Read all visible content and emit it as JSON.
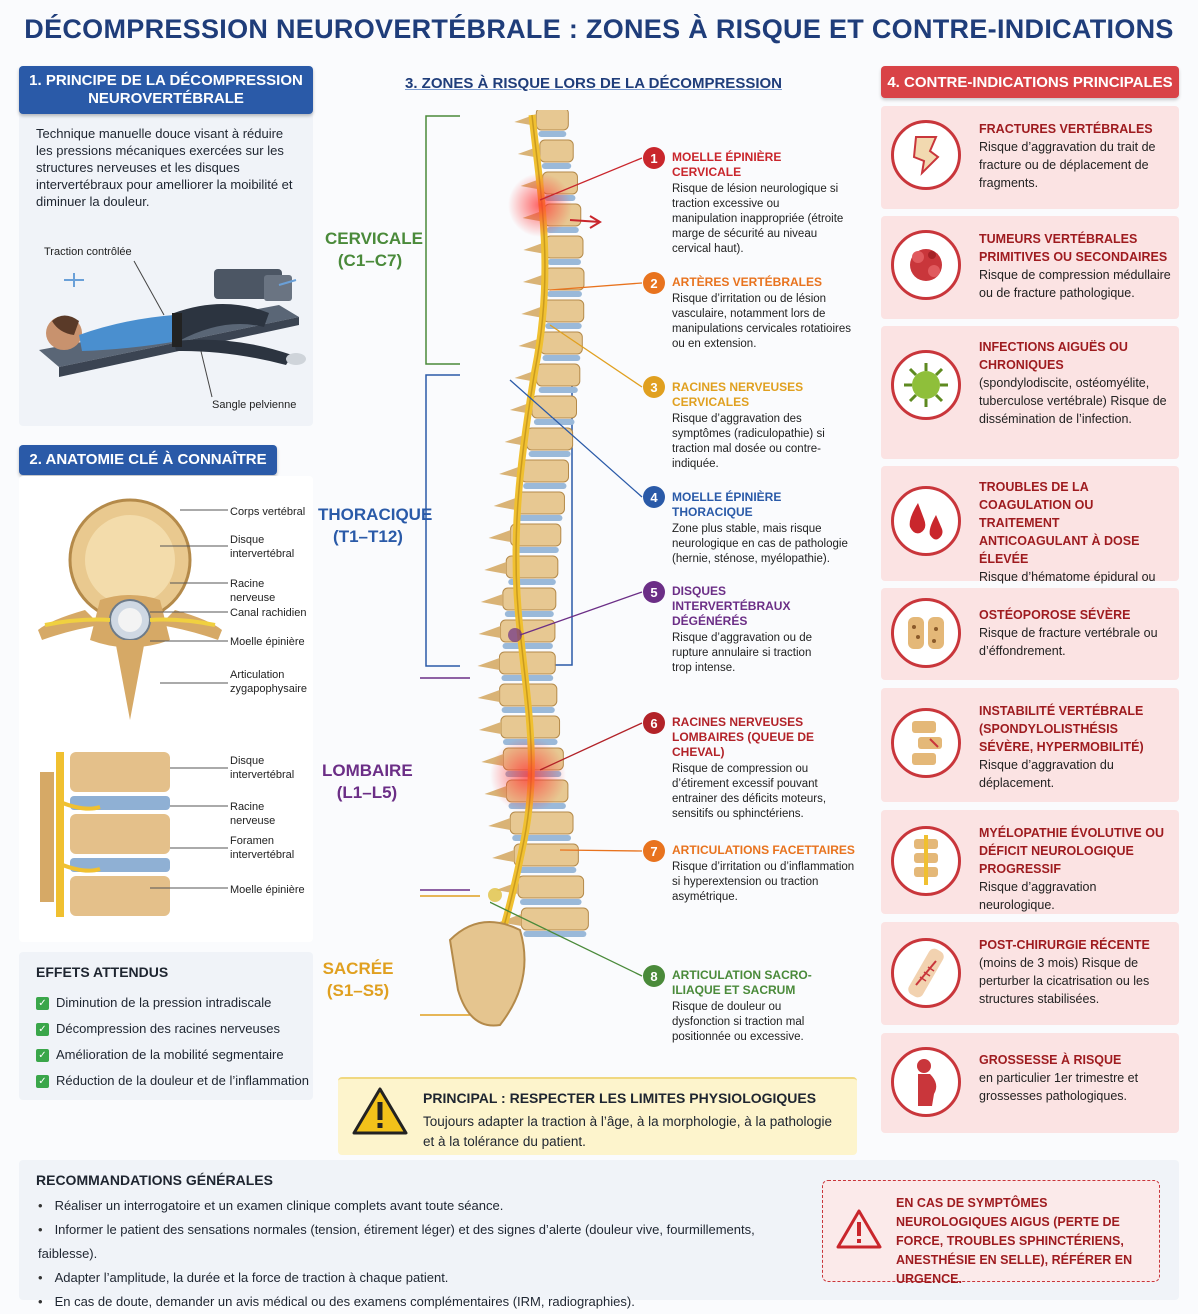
{
  "title": "DÉCOMPRESSION NEUROVERTÉBRALE : ZONES À RISQUE ET CONTRE-INDICATIONS",
  "section1": {
    "header": "1. PRINCIPE DE LA DÉCOMPRESSION NEUROVERTÉBRALE",
    "text": "Technique manuelle douce visant à réduire les pressions mécaniques exercées sur les structures nerveuses et les disques intervertébraux pour amelliorer la moibilité et diminuer la douleur.",
    "label_traction": "Traction contrôlée",
    "label_sangle": "Sangle pelvienne"
  },
  "section2": {
    "header": "2. ANATOMIE CLÉ À CONNAÎTRE",
    "top_labels": [
      "Corps vertébral",
      "Disque intervertébral",
      "Racine nerveuse",
      "Canal rachidien",
      "Moelle épinière",
      "Articulation zygapophysaire"
    ],
    "bottom_labels": [
      "Disque intervertébral",
      "Racine nerveuse",
      "Foramen intervertébral",
      "Moelle épinière"
    ]
  },
  "effects": {
    "title": "EFFETS ATTENDUS",
    "items": [
      "Diminution de la pression intradiscale",
      "Décompression des racines nerveuses",
      "Amélioration de la mobilité segmentaire",
      "Réduction de la douleur et de l’inflammation"
    ]
  },
  "section3": {
    "header": "3. ZONES À RISQUE LORS DE LA DÉCOMPRESSION",
    "regions": [
      {
        "name": "CERVICALE",
        "range": "(C1–C7)",
        "color": "#4a8a3a"
      },
      {
        "name": "THORACIQUE",
        "range": "(T1–T12)",
        "color": "#2a5aa8"
      },
      {
        "name": "LOMBAIRE",
        "range": "(L1–L5)",
        "color": "#6b2e86"
      },
      {
        "name": "SACRÉE",
        "range": "(S1–S5)",
        "color": "#e0a020"
      }
    ],
    "risks": [
      {
        "num": "1",
        "title": "MOELLE ÉPINIÈRE CERVICALE",
        "text": "Risque de lésion neurologique si traction excessive ou manipulation inappropriée (étroite marge de sécurité au niveau cervical haut).",
        "color": "#c9262c"
      },
      {
        "num": "2",
        "title": "ARTÈRES VERTÉBRALES",
        "text": "Risque d’irritation ou de lésion vasculaire, notamment lors de manipulations cervicales rotatioires ou en extension.",
        "color": "#e8731e"
      },
      {
        "num": "3",
        "title": "RACINES NERVEUSES CERVICALES",
        "text": "Risque d’aggravation des symptômes (radiculopathie) si traction mal dosée ou contre-indiquée.",
        "color": "#e0a020"
      },
      {
        "num": "4",
        "title": "MOELLE ÉPINIÈRE THORACIQUE",
        "text": "Zone plus stable, mais risque neurologique en cas de pathologie (hernie, sténose, myélopathie).",
        "color": "#2a5aa8"
      },
      {
        "num": "5",
        "title": "DISQUES INTERVERTÉBRAUX DÉGÉNÉRÉS",
        "text": "Risque d’aggravation ou de rupture annulaire si traction trop intense.",
        "color": "#6b2e86"
      },
      {
        "num": "6",
        "title": "RACINES NERVEUSES LOMBAIRES (QUEUE DE CHEVAL)",
        "text": "Risque de compression ou d’étirement excessif pouvant entrainer des déficits moteurs, sensitifs ou sphinctériens.",
        "color": "#b22228"
      },
      {
        "num": "7",
        "title": "ARTICULATIONS FACETTAIRES",
        "text": "Risque d’irritation ou d’inflammation si hyperextension ou traction asymétrique.",
        "color": "#e8731e"
      },
      {
        "num": "8",
        "title": "ARTICULATION SACRO-ILIAQUE ET SACRUM",
        "text": "Risque de douleur ou dysfonction si traction mal positionnée ou excessive.",
        "color": "#4a8a3a"
      }
    ],
    "warning_title": "PRINCIPAL : RESPECTER LES LIMITES PHYSIOLOGIQUES",
    "warning_text": "Toujours adapter la traction à l’âge, à la morphologie, à la pathologie et à la tolérance du patient."
  },
  "section4": {
    "header": "4. CONTRE-INDICATIONS PRINCIPALES",
    "items": [
      {
        "title": "FRACTURES VERTÉBRALES",
        "text": "Risque d’aggravation du trait de fracture ou de déplacement de fragments.",
        "icon": "fracture-icon"
      },
      {
        "title": "TUMEURS VERTÉBRALES PRIMITIVES OU SECONDAIRES",
        "text": "Risque de compression médullaire ou de fracture pathologique.",
        "icon": "tumor-icon"
      },
      {
        "title": "INFECTIONS AIGUËS OU CHRONIQUES",
        "text": "(spondylodiscite, ostéomyélite, tuberculose vertébrale) Risque de dissémination de l’infection.",
        "icon": "virus-icon"
      },
      {
        "title": "TROUBLES DE LA COAGULATION OU TRAITEMENT ANTICOAGULANT À DOSE ÉLEVÉE",
        "text": "Risque d’hématome épidural ou musculaire.",
        "icon": "blood-drop-icon"
      },
      {
        "title": "OSTÉOPOROSE SÉVÈRE",
        "text": "Risque de fracture vertébrale ou d’éffondrement.",
        "icon": "bone-icon"
      },
      {
        "title": "INSTABILITÉ VERTÉBRALE (SPONDYLOLISTHÉSIS SÉVÈRE, HYPERMOBILITÉ)",
        "text": "Risque d’aggravation du déplacement.",
        "icon": "instability-icon"
      },
      {
        "title": "MYÉLOPATHIE ÉVOLUTIVE OU DÉFICIT NEUROLOGIQUE PROGRESSIF",
        "text": "Risque d’aggravation neurologique.",
        "icon": "spinal-cord-icon"
      },
      {
        "title": "POST-CHIRURGIE RÉCENTE",
        "text": "(moins de 3 mois) Risque de perturber la cicatrisation ou les structures stabilisées.",
        "icon": "scar-icon"
      },
      {
        "title": "GROSSESSE À RISQUE",
        "text": "en particulier 1er trimestre et grossesses pathologiques.",
        "icon": "pregnancy-icon"
      }
    ]
  },
  "recommendations": {
    "title": "RECOMMANDATIONS GÉNÉRALES",
    "items": [
      "Réaliser un interrogatoire et un examen clinique complets avant toute séance.",
      "Informer le patient des sensations normales (tension, étirement léger) et des signes d’alerte (douleur vive, fourmillements, faiblesse).",
      "Adapter l’amplitude, la durée et la force de traction à chaque patient.",
      "En cas de doute, demander un avis médical ou des examens complémentaires (IRM, radiographies)."
    ],
    "alert": "EN CAS DE SYMPTÔMES NEUROLOGIQUES AIGUS (PERTE DE FORCE, TROUBLES SPHINCTÉRIENS, ANESTHÉSIE EN SELLE), RÉFÉRER EN URGENCE."
  }
}
